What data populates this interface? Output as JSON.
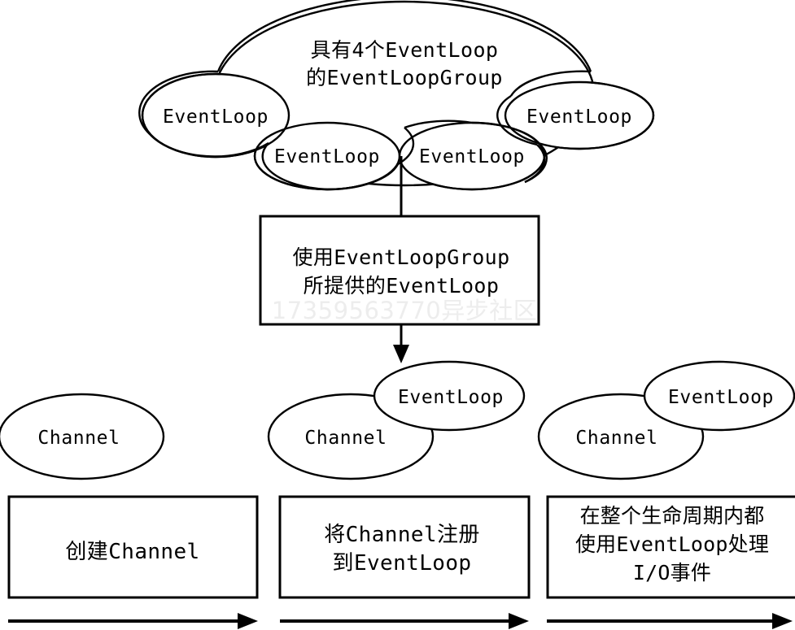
{
  "diagram": {
    "title_text": "",
    "colors": {
      "stroke": "#000000",
      "fill": "#ffffff",
      "watermark": "#ededed"
    },
    "cloud_group": {
      "label_line1": "具有4个EventLoop",
      "label_line2": "的EventLoopGroup",
      "event_loops": [
        {
          "label": "EventLoop"
        },
        {
          "label": "EventLoop"
        },
        {
          "label": "EventLoop"
        },
        {
          "label": "EventLoop"
        }
      ]
    },
    "middle_box": {
      "label_line1": "使用EventLoopGroup",
      "label_line2": "所提供的EventLoop",
      "watermark": "17359563770异步社区"
    },
    "entity_row": [
      {
        "channel_label": "Channel",
        "event_loop_label": ""
      },
      {
        "channel_label": "Channel",
        "event_loop_label": "EventLoop"
      },
      {
        "channel_label": "Channel",
        "event_loop_label": "EventLoop"
      }
    ],
    "stage_boxes": [
      {
        "lines": [
          "创建Channel"
        ]
      },
      {
        "lines": [
          "将Channel注册",
          "到EventLoop"
        ]
      },
      {
        "lines": [
          "在整个生命周期内都",
          "使用EventLoop处理",
          "I/O事件"
        ]
      }
    ],
    "flow_arrows": [
      {
        "name": "stage-1-arrow"
      },
      {
        "name": "stage-2-arrow"
      },
      {
        "name": "stage-3-arrow"
      }
    ]
  }
}
